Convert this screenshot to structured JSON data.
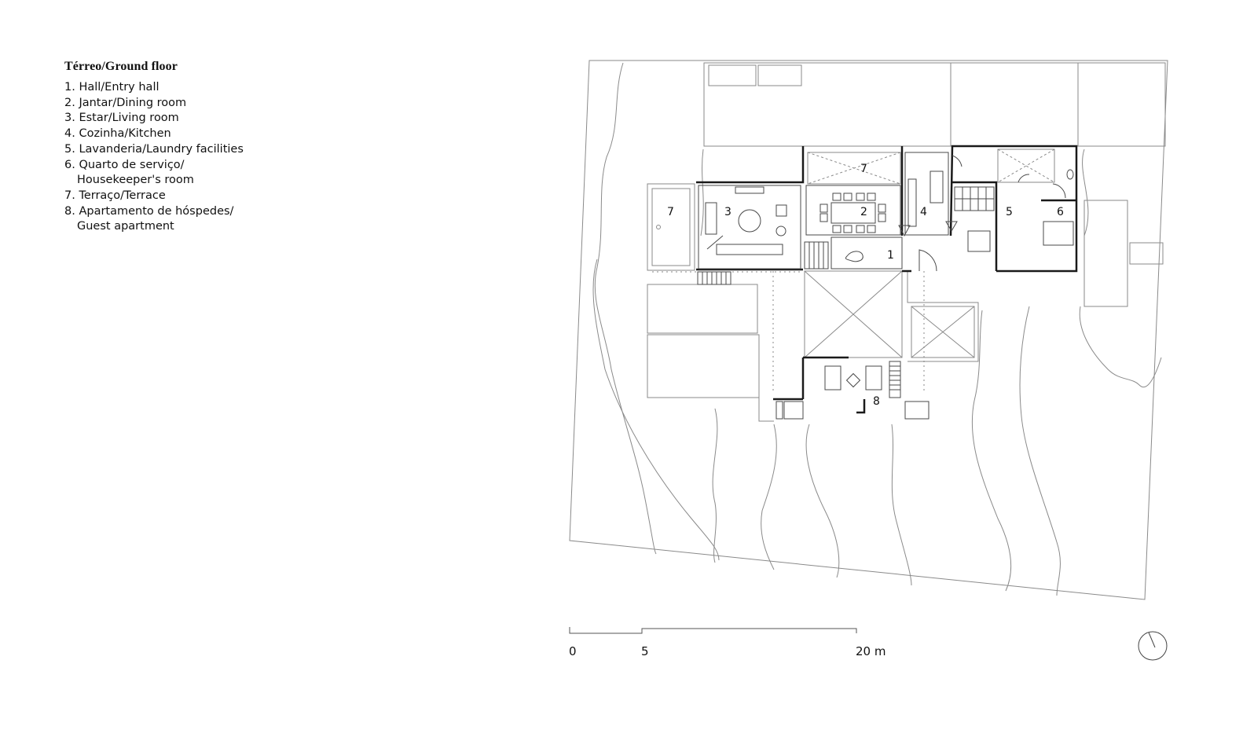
{
  "legend": {
    "title": "Térreo/Ground floor",
    "items": [
      {
        "line1": "1. Hall/Entry hall",
        "line2": ""
      },
      {
        "line1": "2. Jantar/Dining room",
        "line2": ""
      },
      {
        "line1": "3. Estar/Living room",
        "line2": ""
      },
      {
        "line1": "4. Cozinha/Kitchen",
        "line2": ""
      },
      {
        "line1": "5. Lavanderia/Laundry facilities",
        "line2": ""
      },
      {
        "line1": "6. Quarto de serviço/",
        "line2": "Housekeeper's room"
      },
      {
        "line1": "7. Terraço/Terrace",
        "line2": ""
      },
      {
        "line1": "8. Apartamento de hóspedes/",
        "line2": "Guest apartment"
      }
    ]
  },
  "room_labels": {
    "hall": "1",
    "dining": "2",
    "living": "3",
    "kitchen": "4",
    "laundry": "5",
    "housekeeper": "6",
    "terrace_west": "7",
    "terrace_north": "7",
    "guest": "8"
  },
  "scale_bar": {
    "label_start": "0",
    "label_mid": "5",
    "label_end": "20 m"
  },
  "icons": {
    "north_arrow": "north-arrow-icon"
  },
  "colors": {
    "line": "#8a8a8a",
    "wall": "#1a1a1a",
    "text": "#111111"
  }
}
